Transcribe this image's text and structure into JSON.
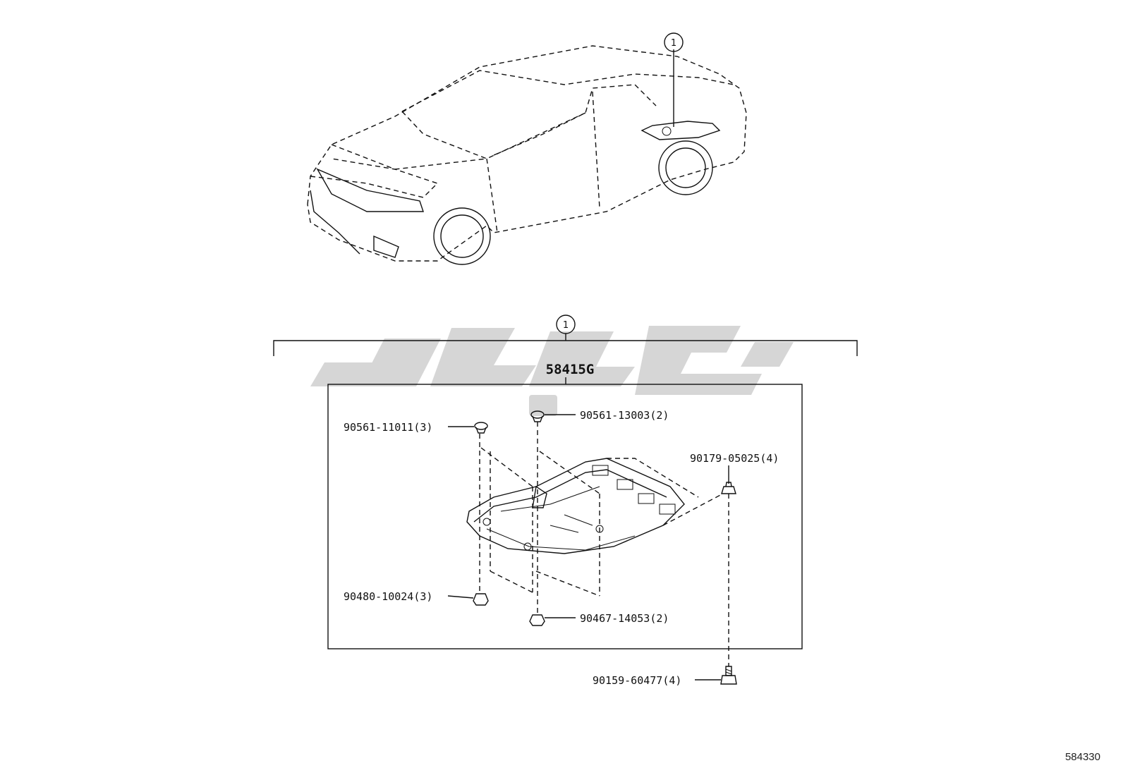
{
  "callout_number": "1",
  "assembly": {
    "part_no": "58415G"
  },
  "parts": {
    "p1": "90561-11011(3)",
    "p2": "90561-13003(2)",
    "p3": "90179-05025(4)",
    "p4": "90480-10024(3)",
    "p5": "90467-14053(2)",
    "p6": "90159-60477(4)"
  },
  "figure_no": "584330",
  "watermark_color": "#cfcfcf"
}
